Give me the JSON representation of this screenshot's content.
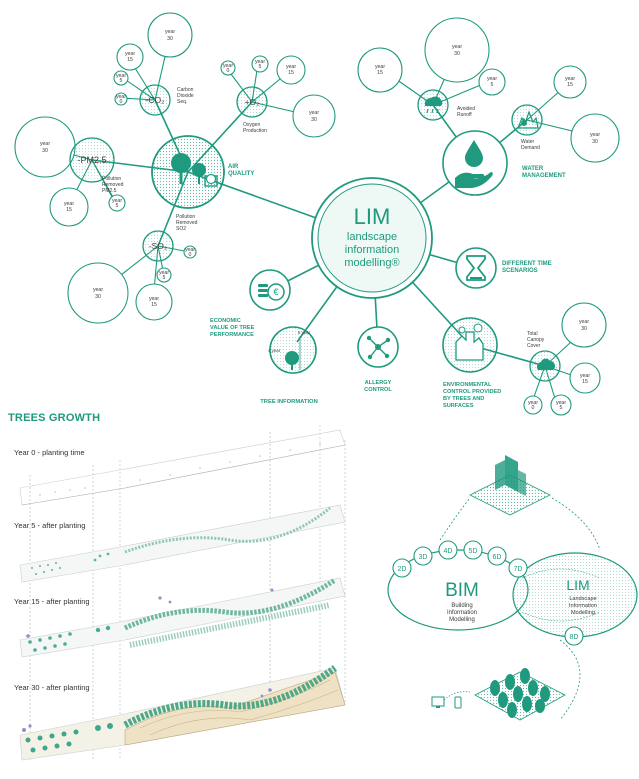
{
  "lim": {
    "title": "LIM",
    "subtitle_line1": "landscape",
    "subtitle_line2": "information",
    "subtitle_line3": "modelling®"
  },
  "air": {
    "label_line1": "AIR",
    "label_line2": "QUALITY",
    "co2": {
      "symbol": "-CO₂",
      "caption_line1": "Carbon",
      "caption_line2": "Dioxide",
      "caption_line3": "Seq."
    },
    "o2": {
      "symbol": "+O₂",
      "caption_line1": "Oxygen",
      "caption_line2": "Production"
    },
    "pm": {
      "symbol": "-PM2.5",
      "caption_line1": "Pollution",
      "caption_line2": "Removed",
      "caption_line3": "PM2.5"
    },
    "so2": {
      "symbol": "-SO₂",
      "caption_line1": "Pollution",
      "caption_line2": "Removed",
      "caption_line3": "SO2"
    }
  },
  "water": {
    "label_line1": "WATER",
    "label_line2": "MANAGEMENT",
    "runoff_line1": "Avoided",
    "runoff_line2": "Runoff",
    "demand_line1": "Water",
    "demand_line2": "Demand"
  },
  "time": {
    "label_line1": "DIFFERENT TIME",
    "label_line2": "SCENARIOS"
  },
  "environment": {
    "label_line1": "ENVIRONMENTAL",
    "label_line2": "CONTROL PROVIDED",
    "label_line3": "BY TREES AND",
    "label_line4": "SURFACES",
    "canopy_line1": "Total",
    "canopy_line2": "Canopy",
    "canopy_line3": "Cover"
  },
  "allergy": {
    "label_line1": "ALLERGY",
    "label_line2": "CONTROL"
  },
  "tree_info": {
    "label": "TREE INFORMATION",
    "year_a": "6 year",
    "year_b": "4 year"
  },
  "economic": {
    "label_line1": "ECONOMIC",
    "label_line2": "VALUE OF TREE",
    "label_line3": "PERFORMANCE"
  },
  "years": {
    "word": "year",
    "y0": "0",
    "y5": "5",
    "y15": "15",
    "y30": "30"
  },
  "growth": {
    "heading": "TREES GROWTH",
    "layer0": "Year 0 - planting time",
    "layer5": "Year 5 - after planting",
    "layer15": "Year 15 - after planting",
    "layer30": "Year 30 - after planting"
  },
  "bim": {
    "title": "BIM",
    "line1": "Building",
    "line2": "Information",
    "line3": "Modelling",
    "dims": [
      "2D",
      "3D",
      "4D",
      "5D",
      "6D",
      "7D",
      "8D"
    ]
  },
  "lim_small": {
    "title": "LIM",
    "line1": "Landscape",
    "line2": "Information",
    "line3": "Modelling"
  },
  "colors": {
    "accent": "#1f9a7f",
    "accent_light": "#dff1eb",
    "sand": "#efe2c4",
    "purple": "#9b8cc4"
  }
}
